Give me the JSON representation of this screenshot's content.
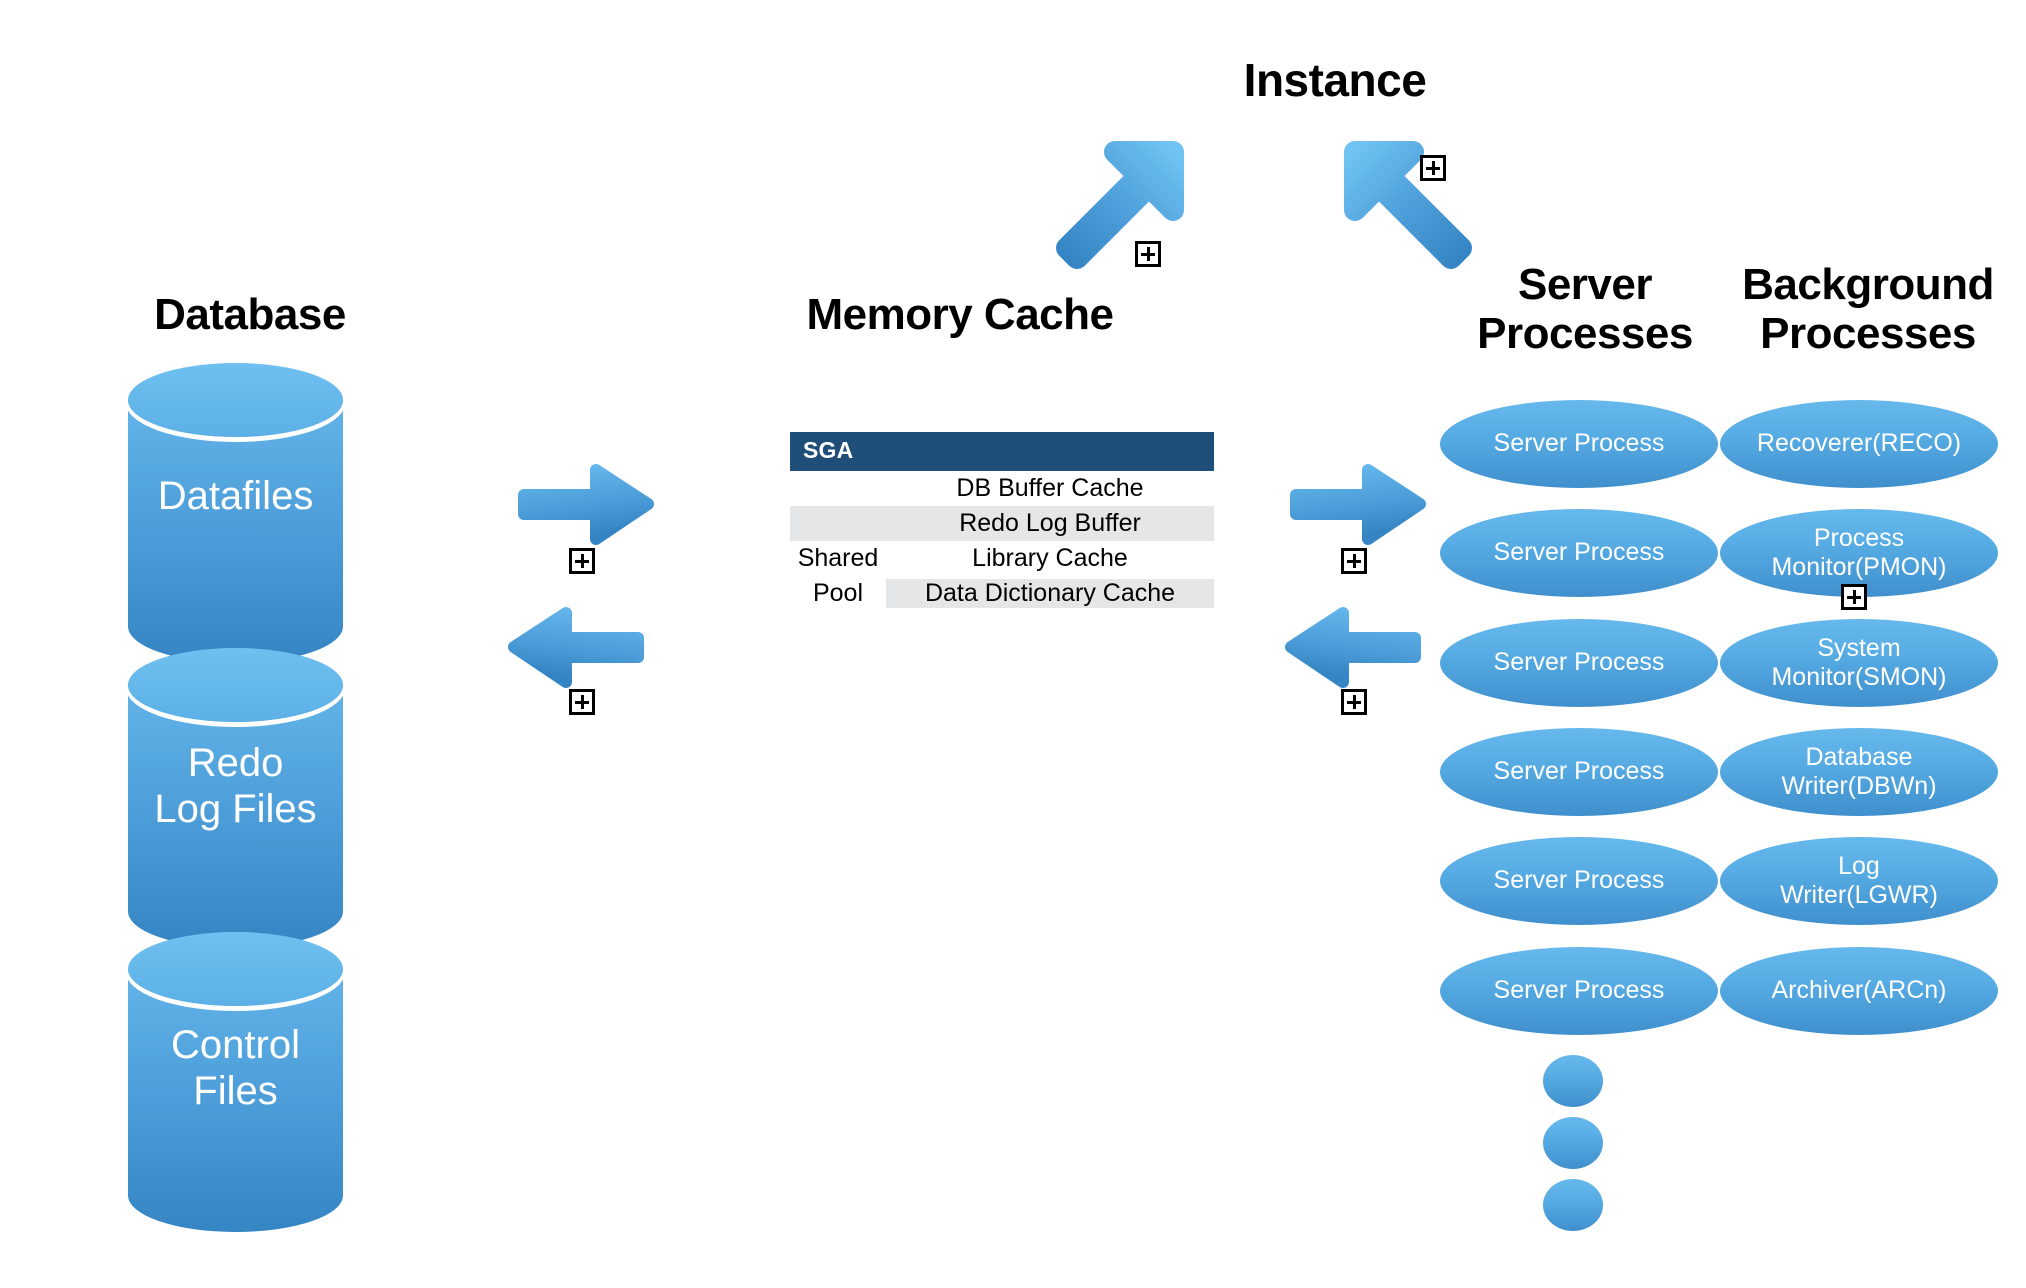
{
  "headings": {
    "instance": "Instance",
    "database": "Database",
    "memory_cache": "Memory Cache",
    "server_processes": "Server\nProcesses",
    "background_processes": "Background\nProcesses"
  },
  "database": {
    "cylinders": [
      {
        "label": "Datafiles"
      },
      {
        "label": "Redo\nLog Files"
      },
      {
        "label": "Control\nFiles"
      }
    ]
  },
  "sga": {
    "header_label": "SGA",
    "side_label_line1": "Shared",
    "side_label_line2": "Pool",
    "rows": [
      {
        "label": "DB Buffer Cache",
        "shaded": false,
        "inset": false
      },
      {
        "label": "Redo Log Buffer",
        "shaded": true,
        "inset": false
      },
      {
        "label": "Library Cache",
        "shaded": false,
        "inset": false
      },
      {
        "label": "Data Dictionary Cache",
        "shaded": true,
        "inset": true
      }
    ]
  },
  "server_processes": {
    "items": [
      {
        "label": "Server Process"
      },
      {
        "label": "Server Process"
      },
      {
        "label": "Server Process"
      },
      {
        "label": "Server Process"
      },
      {
        "label": "Server Process"
      },
      {
        "label": "Server Process"
      }
    ],
    "continuation_dots": 3
  },
  "background_processes": {
    "items": [
      {
        "label": "Recoverer(RECO)"
      },
      {
        "label": "Process\nMonitor(PMON)"
      },
      {
        "label": "System\nMonitor(SMON)"
      },
      {
        "label": "Database\nWriter(DBWn)"
      },
      {
        "label": "Log\nWriter(LGWR)"
      },
      {
        "label": "Archiver(ARCn)"
      }
    ]
  },
  "arrows": {
    "db_to_cache_right": "arrow-right-icon",
    "cache_to_db_left": "arrow-left-icon",
    "cache_to_server_right": "arrow-right-icon",
    "server_to_cache_left": "arrow-left-icon",
    "instance_up_right": "arrow-up-right-icon",
    "instance_up_left": "arrow-up-left-icon"
  },
  "colors": {
    "shape_blue_light": "#67B9EC",
    "shape_blue_dark": "#3F8FCC",
    "sga_header_navy": "#1F4E79",
    "row_shade_gray": "#E4E6E8",
    "text_white": "#FFFFFF",
    "text_black": "#000000"
  }
}
